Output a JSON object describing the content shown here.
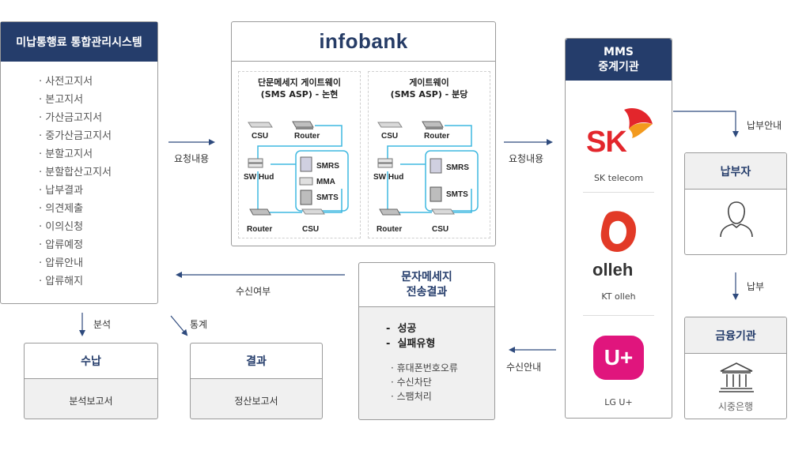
{
  "left_panel": {
    "title": "미납통행료 통합관리시스템",
    "items": [
      "사전고지서",
      "본고지서",
      "가산금고지서",
      "중가산금고지서",
      "분할고지서",
      "분할합산고지서",
      "납부결과",
      "의견제출",
      "이의신청",
      "압류예정",
      "압류안내",
      "압류해지"
    ]
  },
  "flows": {
    "request1": "요청내용",
    "request2": "요청내용",
    "receive_status": "수신여부",
    "receive_notice": "수신안내",
    "analysis": "분석",
    "stats": "통계",
    "payment_notice": "납부안내",
    "payment": "납부"
  },
  "infobank": {
    "logo": "infobank",
    "gw1": {
      "title_line1": "단문메세지 게이트웨이",
      "title_line2": "(SMS ASP) - 논현"
    },
    "gw2": {
      "title_line1": "게이트웨이",
      "title_line2": "(SMS ASP) - 분당"
    },
    "labels": {
      "csu": "CSU",
      "router": "Router",
      "swhub": "SW Hud",
      "smrs": "SMRS",
      "mma": "MMA",
      "smts": "SMTS"
    }
  },
  "result_box": {
    "title_line1": "문자메세지",
    "title_line2": "전송결과",
    "bold_items": [
      "성공",
      "실패유형"
    ],
    "sub_items": [
      "휴대폰번호오류",
      "수신차단",
      "스팸처리"
    ]
  },
  "sunap": {
    "title": "수납",
    "body": "분석보고서"
  },
  "gyeolgwa": {
    "title": "결과",
    "body": "정산보고서"
  },
  "mms": {
    "title_line1": "MMS",
    "title_line2": "중계기관",
    "sk_logo": "SK",
    "sk_caption": "SK telecom",
    "kt_logo": "olleh",
    "kt_caption": "KT olleh",
    "lg_logo": "U+",
    "lg_caption": "LG U+"
  },
  "payer": {
    "title": "납부자"
  },
  "bank": {
    "title": "금융기관",
    "caption": "시중은행"
  },
  "colors": {
    "navy": "#253d6b",
    "line_blue": "#2e4a7d",
    "net_cyan": "#3fb8e0",
    "sk_red": "#e3262c",
    "sk_orange": "#f39a1e",
    "kt_red": "#e23a27",
    "lg_magenta": "#e0157d"
  }
}
